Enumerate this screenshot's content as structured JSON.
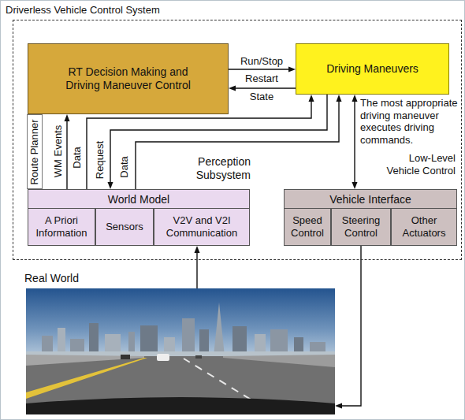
{
  "diagram": {
    "nodes": [
      {
        "text": [
          "Driverless Vehicle Control System"
        ]
      },
      {
        "text": [
          "RT Decision Making and Driving Maneuver Control"
        ],
        "in": 0
      },
      {
        "text": [
          "Driving Maneuvers"
        ],
        "in": 0
      },
      {
        "text": [
          "Route Planner"
        ],
        "in": 0
      },
      {
        "text": [
          "World Model"
        ],
        "in": 0
      },
      {
        "text": [
          "A Priori Information"
        ],
        "in": 4
      },
      {
        "text": [
          "Sensors"
        ],
        "in": 4
      },
      {
        "text": [
          "V2V and V2I Communication"
        ],
        "in": 4
      },
      {
        "text": [
          "Vehicle Interface"
        ],
        "in": 0
      },
      {
        "text": [
          "Speed Control"
        ],
        "in": 8
      },
      {
        "text": [
          "Steering Control"
        ],
        "in": 8
      },
      {
        "text": [
          "Other Actuators"
        ],
        "in": 8
      },
      {
        "text": [
          "Real World"
        ]
      }
    ],
    "edges": [
      {
        "from": 1,
        "to": 2,
        "label": "Run/Stop",
        "arrow": "to"
      },
      {
        "from": 2,
        "to": 1,
        "label": "State",
        "arrow": "to"
      },
      {
        "from": 4,
        "to": 1,
        "label": "WM Events",
        "arrow": "to"
      },
      {
        "from": 4,
        "to": 2,
        "label": "Data",
        "arrow": "to"
      },
      {
        "from": 2,
        "to": 4,
        "label": "Request",
        "arrow": "to"
      },
      {
        "from": 4,
        "to": 2,
        "label": "Data",
        "arrow": "to"
      },
      {
        "from": 2,
        "to": 8,
        "arrow": "both"
      },
      {
        "from": 12,
        "to": 4,
        "arrow": "to"
      },
      {
        "from": 10,
        "to": 12,
        "arrow": "to"
      }
    ],
    "labels": [
      "Restart",
      "Perception Subsystem",
      "The most appropriate driving maneuver executes driving commands.",
      "Low-Level Vehicle Control"
    ]
  }
}
